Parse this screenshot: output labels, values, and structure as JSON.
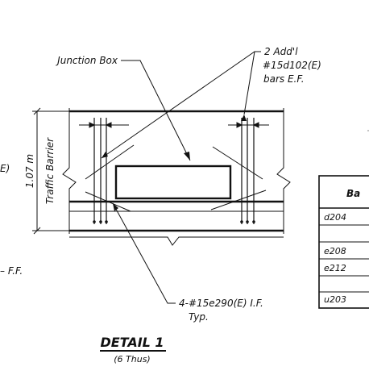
{
  "drawing": {
    "labels": {
      "junction_box": "Junction Box",
      "addl_bars_1": "2 Add'l",
      "addl_bars_2": "#15d102(E)",
      "addl_bars_3": "bars E.F.",
      "height_dim": "1.07 m",
      "traffic_barrier": "Traffic Barrier",
      "left_cut_e": "E)",
      "left_cut_ff": "– F.F.",
      "bars_if_1": "4-#15e290(E) I.F.",
      "bars_if_2": "Typ."
    },
    "detail": {
      "title": "DETAIL 1",
      "subtitle": "(6 Thus)"
    },
    "table": {
      "header": "Ba",
      "rows": [
        "d204",
        "",
        "e208",
        "e212",
        "",
        "u203"
      ]
    },
    "colors": {
      "ink": "#111111",
      "paper": "#ffffff"
    }
  }
}
